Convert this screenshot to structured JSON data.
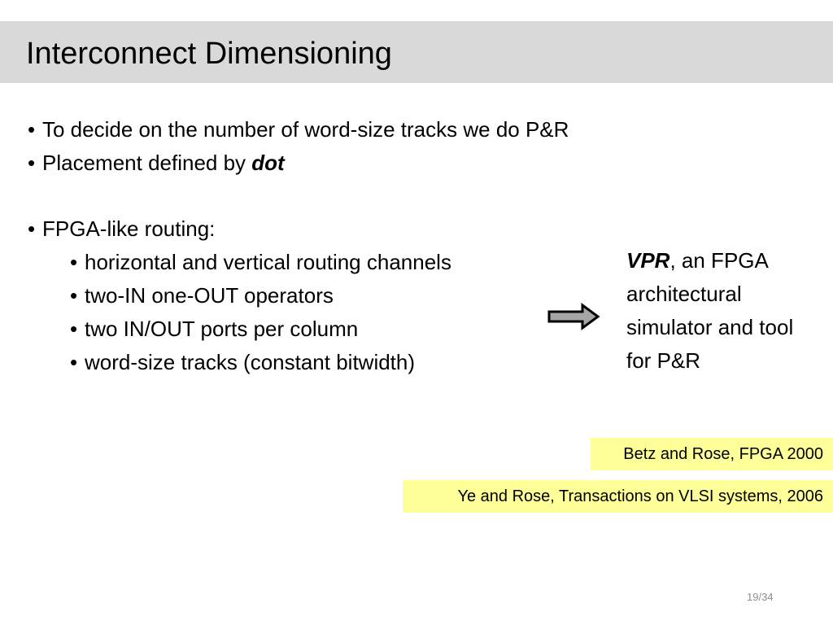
{
  "slide": {
    "title": "Interconnect Dimensioning",
    "bullets": [
      {
        "text": "To decide on the number of word-size tracks we do P&R"
      },
      {
        "prefix": "Placement defined by ",
        "emph": "dot"
      },
      {
        "text": "FPGA-like routing:"
      }
    ],
    "sub_bullets": [
      "horizontal and vertical routing channels",
      "two-IN one-OUT operators",
      "two IN/OUT ports per column",
      "word-size tracks (constant bitwidth)"
    ],
    "bullet_glyph": "•",
    "arrow_icon": "right-arrow-icon",
    "callout": {
      "emph": "VPR",
      "rest": ", an FPGA architectural simulator and tool for P&R"
    },
    "references": [
      "Betz and Rose, FPGA 2000",
      "Ye and Rose, Transactions on VLSI systems, 2006"
    ],
    "page_number": "19/34"
  },
  "colors": {
    "title_bar": "#d9d9d9",
    "reference_highlight": "#ffff99",
    "arrow_fill": "#a6a6a6",
    "page_number": "#8c8c8c"
  }
}
